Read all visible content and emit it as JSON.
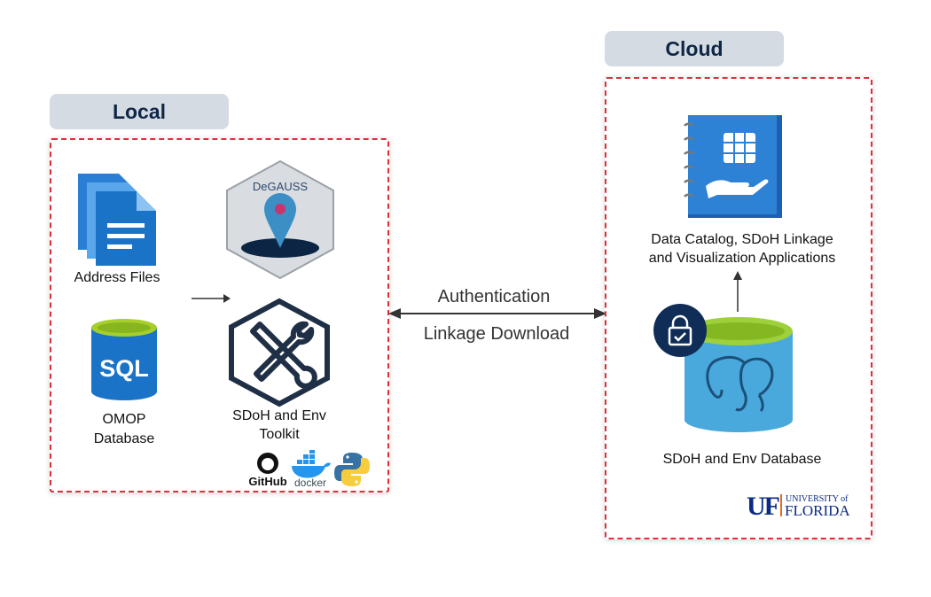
{
  "local": {
    "title": "Local",
    "address_files_label": "Address Files",
    "omop_label_line1": "OMOP",
    "omop_label_line2": "Database",
    "sql_text": "SQL",
    "degauss_text": "DeGAUSS",
    "toolkit_label_line1": "SDoH and Env",
    "toolkit_label_line2": "Toolkit",
    "github_text": "GitHub",
    "docker_text": "docker"
  },
  "connection": {
    "authentication": "Authentication",
    "linkage_download": "Linkage Download"
  },
  "cloud": {
    "title": "Cloud",
    "catalog_label_line1": "Data Catalog, SDoH Linkage",
    "catalog_label_line2": "and Visualization Applications",
    "database_label": "SDoH and Env Database",
    "uf_text": "UF",
    "uf_university": "UNIVERSITY of",
    "uf_florida": "FLORIDA"
  },
  "colors": {
    "panel_border": "#d9323a",
    "tab_bg": "#d5dbe2",
    "tab_text": "#0f2747",
    "azure_blue": "#1b73c8",
    "sql_green": "#a6cf2b",
    "uf_blue": "#0b2a85"
  }
}
